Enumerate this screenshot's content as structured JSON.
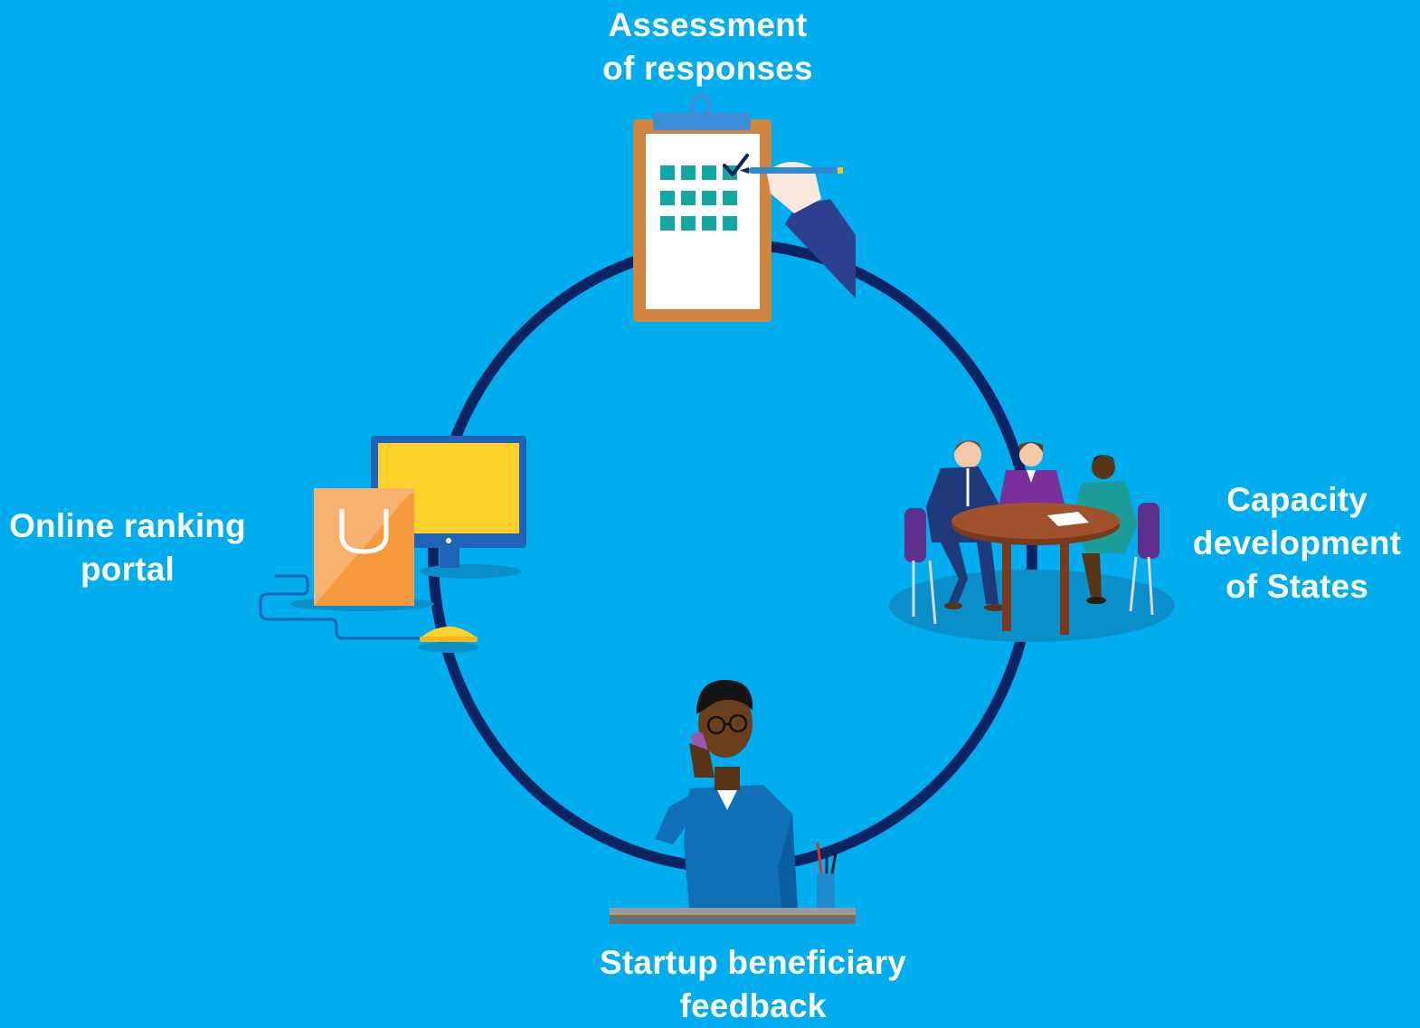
{
  "colors": {
    "background": "#00AEEF",
    "ring": "#0A2463",
    "label_text": "#FFFFFF"
  },
  "cycle": {
    "stages": [
      {
        "id": "assessment",
        "icon": "clipboard-checklist-icon",
        "lines": [
          "Assessment",
          "of responses"
        ]
      },
      {
        "id": "capacity",
        "icon": "meeting-table-icon",
        "lines": [
          "Capacity",
          "development",
          "of States"
        ]
      },
      {
        "id": "feedback",
        "icon": "person-on-phone-icon",
        "lines": [
          "Startup beneficiary",
          "feedback"
        ]
      },
      {
        "id": "portal",
        "icon": "online-shopping-computer-icon",
        "lines": [
          "Online ranking",
          "portal"
        ]
      }
    ]
  }
}
